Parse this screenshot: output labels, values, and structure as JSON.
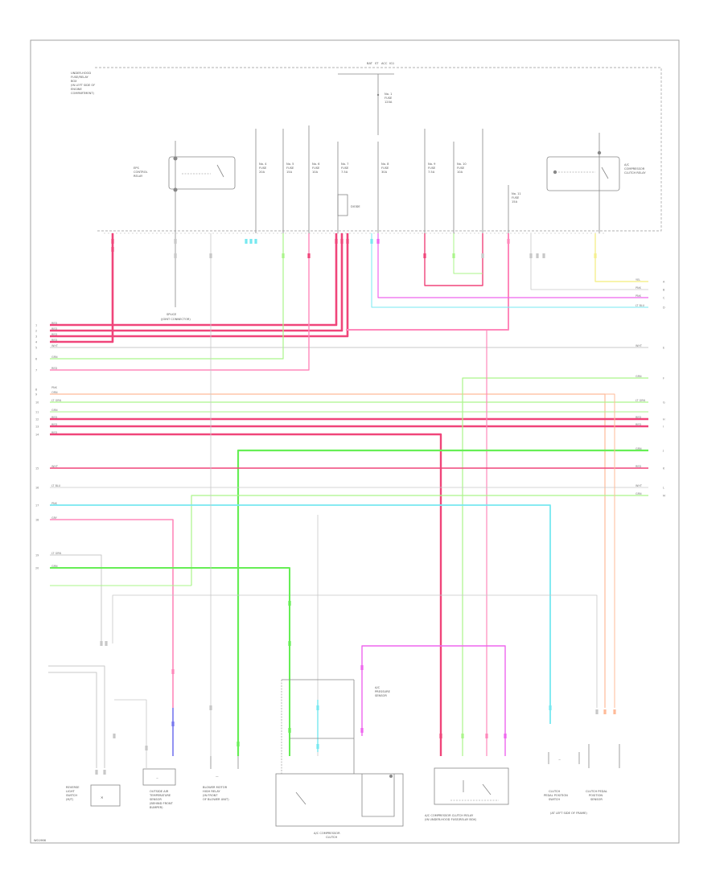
{
  "diagram": {
    "footer_code": "W01966",
    "top_box": {
      "label_lines": [
        "UNDER-HOOD",
        "FUSE/RELAY",
        "BOX",
        "(IN LEFT SIDE OF",
        "ENGINE",
        "COMPARTMENT)"
      ],
      "feed_label": [
        "BAT",
        "ST",
        "ACC",
        "IG1"
      ],
      "main_fuse": [
        "No. 1",
        "FUSE",
        "120A"
      ],
      "relays": [
        {
          "label": [
            "EPS",
            "CONTROL",
            "RELAY"
          ]
        },
        {
          "label": [
            "A/C",
            "COMPRESSOR",
            "CLUTCH RELAY"
          ]
        }
      ],
      "fuses": [
        {
          "label": [
            "No. 4",
            "FUSE",
            "20A"
          ]
        },
        {
          "label": [
            "No. 5",
            "FUSE",
            "15A"
          ]
        },
        {
          "label": [
            "No. 6",
            "FUSE",
            "10A"
          ]
        },
        {
          "label": [
            "No. 7",
            "FUSE",
            "7.5A"
          ]
        },
        {
          "label": [
            "No. 8",
            "FUSE",
            "30A"
          ]
        },
        {
          "label": [
            "No. 9",
            "FUSE",
            "7.5A"
          ]
        },
        {
          "label": [
            "No. 10",
            "FUSE",
            "10A"
          ]
        },
        {
          "label": [
            "No. 11",
            "FUSE",
            "15A"
          ]
        }
      ],
      "diode_label": [
        "DIODE"
      ]
    },
    "splice_label": [
      "SPLICE",
      "(JOINT CONNECTOR)"
    ],
    "left_wires": [
      {
        "num": "1",
        "color": "RED"
      },
      {
        "num": "2",
        "color": "RED"
      },
      {
        "num": "3",
        "color": "RED"
      },
      {
        "num": "4",
        "color": "RED"
      },
      {
        "num": "5",
        "color": "WHT"
      },
      {
        "num": "6",
        "color": "GRN"
      },
      {
        "num": "7",
        "color": "RED"
      },
      {
        "num": "8",
        "color": "PNK"
      },
      {
        "num": "9",
        "color": "ORN"
      },
      {
        "num": "10",
        "color": "LT GRN"
      },
      {
        "num": "11",
        "color": "GRN"
      },
      {
        "num": "12",
        "color": "RED"
      },
      {
        "num": "13",
        "color": "RED"
      },
      {
        "num": "14",
        "color": "RED"
      },
      {
        "num": "15",
        "color": "WHT"
      },
      {
        "num": "16",
        "color": "LT BLU"
      },
      {
        "num": "17",
        "color": "PNK"
      },
      {
        "num": "18",
        "color": "GRY"
      },
      {
        "num": "19",
        "color": "LT GRN"
      },
      {
        "num": "20",
        "color": "GRN"
      }
    ],
    "right_wires": [
      {
        "num": "A",
        "color": "YEL"
      },
      {
        "num": "B",
        "color": "PNK"
      },
      {
        "num": "C",
        "color": "PNK"
      },
      {
        "num": "D",
        "color": "LT BLU"
      },
      {
        "num": "E",
        "color": "WHT"
      },
      {
        "num": "F",
        "color": "GRN"
      },
      {
        "num": "G",
        "color": "LT GRN"
      },
      {
        "num": "H",
        "color": "RED"
      },
      {
        "num": "I",
        "color": "RED"
      },
      {
        "num": "J",
        "color": "GRN"
      },
      {
        "num": "K",
        "color": "RED"
      },
      {
        "num": "L",
        "color": "WHT"
      },
      {
        "num": "M",
        "color": "GRN"
      }
    ],
    "components": [
      {
        "label": [
          "REVERSE",
          "LIGHT",
          "SWITCH",
          "(M/T)"
        ]
      },
      {
        "label": [
          "OUTSIDE AIR",
          "TEMPERATURE",
          "SENSOR",
          "(BEHIND FRONT",
          "BUMPER)"
        ]
      },
      {
        "label": [
          "BLOWER MOTOR",
          "HIGH RELAY",
          "(IN FRONT",
          "OF BLOWER UNIT)"
        ]
      },
      {
        "label": [
          "A/C COMPRESSOR",
          "CLUTCH"
        ]
      },
      {
        "label": [
          "A/C",
          "PRESSURE",
          "SENSOR"
        ]
      },
      {
        "label": [
          "A/C COMPRESSOR CLUTCH RELAY",
          "(IN UNDER-HOOD FUSE/RELAY BOX)"
        ]
      },
      {
        "label": [
          "CLUTCH",
          "PEDAL POSITION",
          "SWITCH"
        ]
      },
      {
        "label": [
          "CLUTCH PEDAL",
          "POSITION",
          "SENSOR",
          "(AT LEFT SIDE OF FRAME)"
        ]
      }
    ],
    "colors": {
      "red": "#f0457a",
      "pink": "#ff88bb",
      "light_pink": "#ffaad0",
      "green": "#66ee55",
      "light_green": "#aaf58a",
      "cyan": "#77e8f0",
      "magenta": "#ee66ee",
      "orange": "#ffbb99",
      "yellow": "#f5f090",
      "blue": "#7777ee",
      "gray": "#c8c8c8",
      "frame": "#888888"
    }
  }
}
